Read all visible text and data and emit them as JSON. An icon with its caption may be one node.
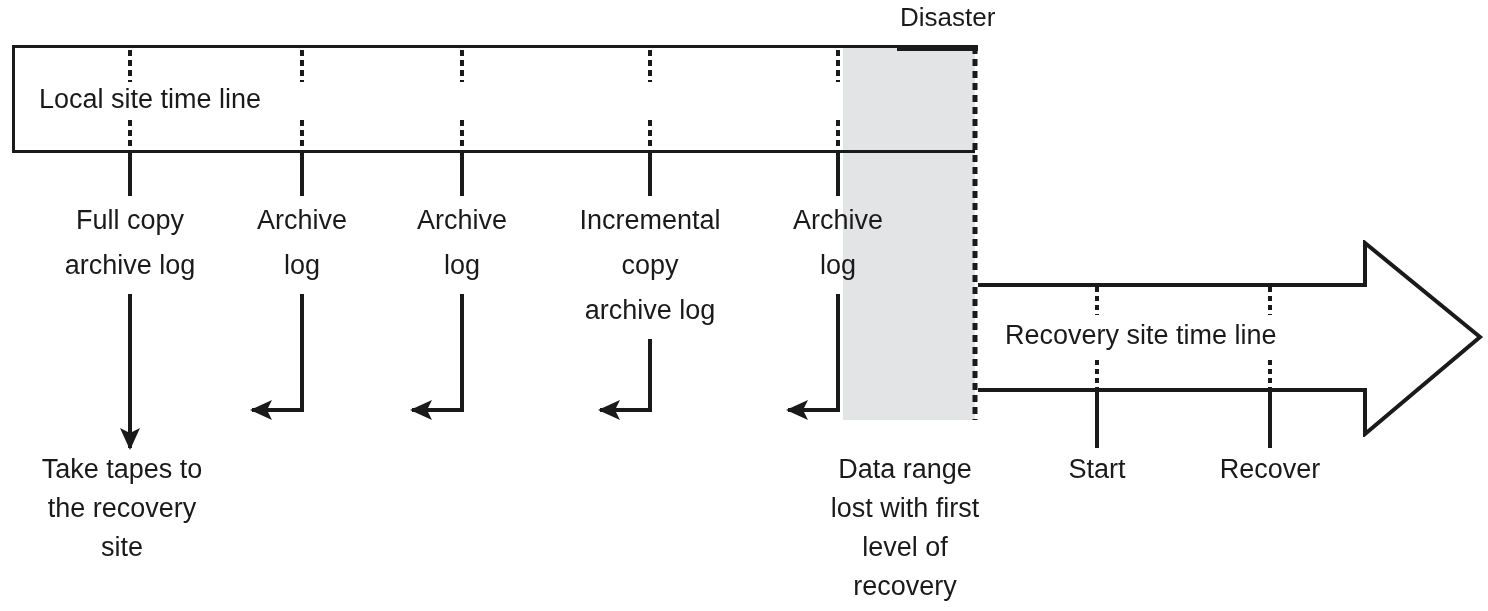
{
  "diagram": {
    "nodes": [
      {
        "text": [
          "Local site time line"
        ]
      },
      {
        "text": [
          "Recovery site time line"
        ]
      },
      {
        "text": [
          "Full copy archive log"
        ]
      },
      {
        "text": [
          "Archive log"
        ]
      },
      {
        "text": [
          "Archive log"
        ]
      },
      {
        "text": [
          "Incremental copy archive log"
        ]
      },
      {
        "text": [
          "Archive log"
        ]
      },
      {
        "text": [
          "Take tapes to the recovery site"
        ]
      },
      {
        "text": [
          "Data range lost with first level of recovery"
        ]
      },
      {
        "text": [
          "Start"
        ]
      },
      {
        "text": [
          "Recover"
        ]
      }
    ],
    "edges": [
      {
        "from": 0,
        "to": 2,
        "arrow": "none"
      },
      {
        "from": 0,
        "to": 3,
        "arrow": "none"
      },
      {
        "from": 0,
        "to": 4,
        "arrow": "none"
      },
      {
        "from": 0,
        "to": 5,
        "arrow": "none"
      },
      {
        "from": 0,
        "to": 6,
        "arrow": "none"
      },
      {
        "from": 2,
        "to": 7,
        "arrow": "to"
      },
      {
        "from": 3,
        "to": null,
        "arrow": "to"
      },
      {
        "from": 4,
        "to": null,
        "arrow": "to"
      },
      {
        "from": 5,
        "to": null,
        "arrow": "to"
      },
      {
        "from": 6,
        "to": null,
        "arrow": "to"
      },
      {
        "from": 1,
        "to": 9,
        "arrow": "none"
      },
      {
        "from": 1,
        "to": 10,
        "arrow": "none"
      }
    ],
    "labels": [
      "Disaster"
    ]
  }
}
